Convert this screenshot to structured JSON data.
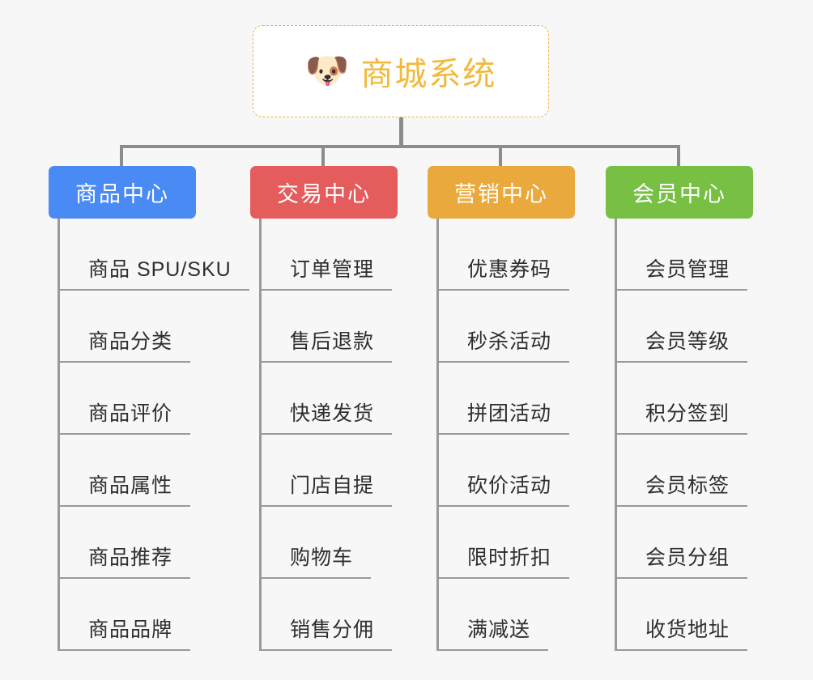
{
  "root": {
    "icon": "dog-face-icon",
    "icon_glyph": "🐶",
    "title": "商城系统",
    "title_color": "#f2b93c",
    "border_color": "#eab54a"
  },
  "connector_color": "#8c8c8c",
  "branches": [
    {
      "label": "商品中心",
      "color": "#4a8af4",
      "items": [
        "商品 SPU/SKU",
        "商品分类",
        "商品评价",
        "商品属性",
        "商品推荐",
        "商品品牌"
      ]
    },
    {
      "label": "交易中心",
      "color": "#e45c5c",
      "items": [
        "订单管理",
        "售后退款",
        "快递发货",
        "门店自提",
        "购物车",
        "销售分佣"
      ]
    },
    {
      "label": "营销中心",
      "color": "#eaa93c",
      "items": [
        "优惠券码",
        "秒杀活动",
        "拼团活动",
        "砍价活动",
        "限时折扣",
        "满减送"
      ]
    },
    {
      "label": "会员中心",
      "color": "#77c043",
      "items": [
        "会员管理",
        "会员等级",
        "积分签到",
        "会员标签",
        "会员分组",
        "收货地址"
      ]
    }
  ]
}
